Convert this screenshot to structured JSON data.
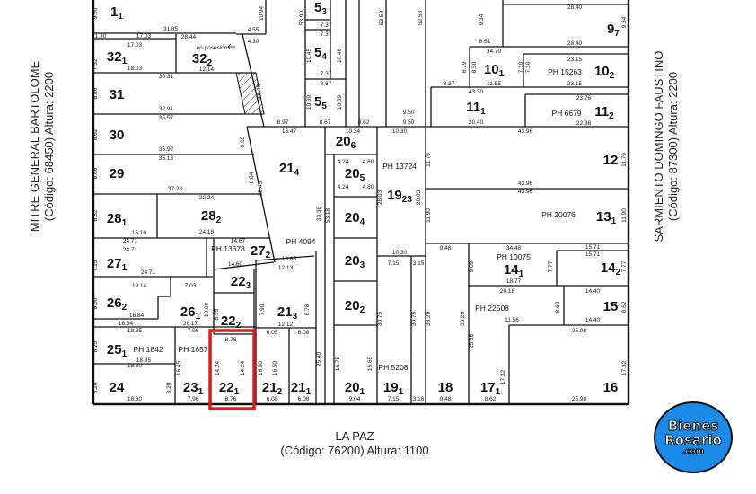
{
  "streets": {
    "left": {
      "name": "MITRE GENERAL BARTOLOME",
      "info": "(Código: 68450) Altura: 2200"
    },
    "right": {
      "name": "SARMIENTO DOMINGO FAUSTINO",
      "info": "(Código: 87300) Altura: 2200"
    },
    "bottom": {
      "name": "LA PAZ",
      "info": "(Código: 76200) Altura: 1100"
    }
  },
  "logo": {
    "line1": "Bienes",
    "line2": "Rosario",
    "line3": ".com"
  },
  "highlight_color": "#d42020",
  "selected_lot": "22 1",
  "lots": [
    {
      "n": "1",
      "s": "1"
    },
    {
      "n": "32",
      "s": "1"
    },
    {
      "n": "32",
      "s": "2"
    },
    {
      "n": "31",
      "s": ""
    },
    {
      "n": "30",
      "s": ""
    },
    {
      "n": "29",
      "s": ""
    },
    {
      "n": "28",
      "s": "1"
    },
    {
      "n": "28",
      "s": "2"
    },
    {
      "n": "27",
      "s": "1"
    },
    {
      "n": "27",
      "s": "2"
    },
    {
      "n": "26",
      "s": "2"
    },
    {
      "n": "26",
      "s": "1"
    },
    {
      "n": "25",
      "s": "1"
    },
    {
      "n": "24",
      "s": ""
    },
    {
      "n": "23",
      "s": "1"
    },
    {
      "n": "22",
      "s": "1"
    },
    {
      "n": "22",
      "s": "2"
    },
    {
      "n": "22",
      "s": "3"
    },
    {
      "n": "21",
      "s": "4"
    },
    {
      "n": "21",
      "s": "3"
    },
    {
      "n": "21",
      "s": "2"
    },
    {
      "n": "21",
      "s": "1"
    },
    {
      "n": "20",
      "s": "6"
    },
    {
      "n": "20",
      "s": "5"
    },
    {
      "n": "20",
      "s": "4"
    },
    {
      "n": "20",
      "s": "3"
    },
    {
      "n": "20",
      "s": "2"
    },
    {
      "n": "20",
      "s": "1"
    },
    {
      "n": "19",
      "s": "23"
    },
    {
      "n": "19",
      "s": "1"
    },
    {
      "n": "18",
      "s": ""
    },
    {
      "n": "17",
      "s": "1"
    },
    {
      "n": "16",
      "s": ""
    },
    {
      "n": "15",
      "s": ""
    },
    {
      "n": "14",
      "s": "1"
    },
    {
      "n": "14",
      "s": "2"
    },
    {
      "n": "13",
      "s": "1"
    },
    {
      "n": "12",
      "s": ""
    },
    {
      "n": "11",
      "s": "1"
    },
    {
      "n": "11",
      "s": "2"
    },
    {
      "n": "10",
      "s": "1"
    },
    {
      "n": "10",
      "s": "2"
    },
    {
      "n": "9",
      "s": "7"
    },
    {
      "n": "5",
      "s": "3"
    },
    {
      "n": "5",
      "s": "4"
    },
    {
      "n": "5",
      "s": "5"
    }
  ],
  "ph_labels": [
    "PH 13678",
    "PH 1842",
    "PH 1657",
    "PH 4094",
    "PH 13724",
    "PH 5208",
    "PH 22508",
    "PH 10075",
    "PH 20076",
    "PH 6679",
    "PH 15263"
  ],
  "notes": [
    "en posesión"
  ],
  "dimensions": [
    "31.85",
    "1.30",
    "17.03",
    "28.44",
    "4.55",
    "4.30",
    "17.03",
    "18.03",
    "12.14",
    "30.31",
    "32.91",
    "35.57",
    "35.92",
    "35.13",
    "37.28",
    "22.24",
    "15.10",
    "24.18",
    "24.71",
    "24.71",
    "24.71",
    "14.67",
    "14.60",
    "19.14",
    "7.03",
    "16.84",
    "16.84",
    "26.17",
    "18.35",
    "18.35",
    "18.30",
    "18.30",
    "7.96",
    "7.96",
    "8.76",
    "8.76",
    "14.24",
    "14.24",
    "8.97",
    "16.47",
    "8.67",
    "8.62",
    "9.50",
    "10.34",
    "10.30",
    "10.30",
    "13.85",
    "12.13",
    "12.12",
    "6.05",
    "6.08",
    "6.08",
    "6.08",
    "9.04",
    "7.15",
    "7.15",
    "3.15",
    "3.16",
    "9.48",
    "9.48",
    "8.62",
    "25.98",
    "25.98",
    "14.40",
    "14.40",
    "20.18",
    "11.56",
    "34.48",
    "18.77",
    "15.71",
    "15.71",
    "43.96",
    "43.96",
    "43.96",
    "43.30",
    "20.40",
    "23.76",
    "22.86",
    "34.70",
    "11.55",
    "23.15",
    "23.15",
    "28.40",
    "28.40",
    "8.61",
    "8.37",
    "7.37",
    "7.37",
    "7.37",
    "8.67",
    "9.50",
    "8.86",
    "8.62",
    "8.86",
    "8.82",
    "7.25",
    "8.60",
    "8.25",
    "8.20",
    "8.20",
    "16.45",
    "16.50",
    "16.50",
    "16.75",
    "15.65",
    "30.75",
    "30.75",
    "38.20",
    "38.20",
    "25.86",
    "17.32",
    "17.32",
    "11.79",
    "11.79",
    "11.90",
    "11.90",
    "9.09",
    "7.77",
    "7.77",
    "8.62",
    "8.62",
    "33.38",
    "53.18",
    "25.40",
    "52.58",
    "52.58",
    "53.90",
    "10.94",
    "9.50",
    "7.32",
    "28.03",
    "28.03",
    "10.45",
    "10.46",
    "10.39",
    "10.39",
    "25.45",
    "8.84",
    "9.65",
    "18.40",
    "9.34",
    "9.34",
    "8.50",
    "8.79",
    "7.10",
    "7.10",
    "7.90",
    "8.78",
    "8.95",
    "10.08",
    "4.80",
    "4.80",
    "4.24",
    "4.24"
  ]
}
